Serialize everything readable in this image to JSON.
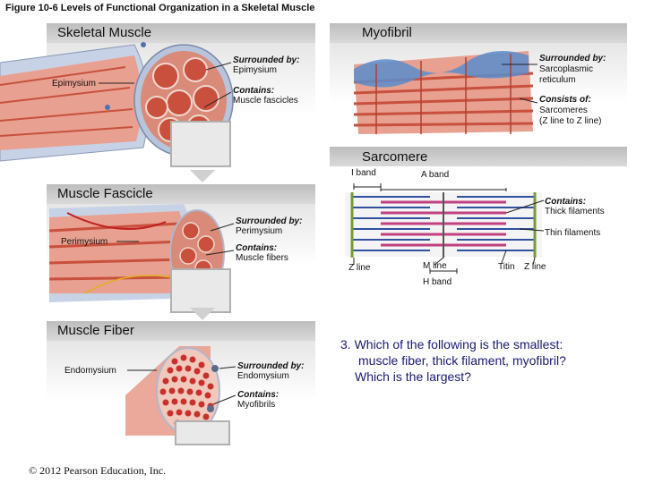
{
  "figure_title": "Figure 10-6 Levels of Functional Organization in a Skeletal Muscle",
  "skeletal_muscle": {
    "title": "Skeletal Muscle",
    "epimysium_label": "Epimysium",
    "surrounded_heading": "Surrounded by:",
    "surrounded_value": "Epimysium",
    "contains_heading": "Contains:",
    "contains_value": "Muscle fascicles"
  },
  "myofibril": {
    "title": "Myofibril",
    "surrounded_heading": "Surrounded by:",
    "surrounded_line1": "Sarcoplasmic",
    "surrounded_line2": "reticulum",
    "consists_heading": "Consists of:",
    "consists_line1": "Sarcomeres",
    "consists_line2": "(Z line to Z line)"
  },
  "sarcomere": {
    "title": "Sarcomere",
    "i_band": "I band",
    "a_band": "A band",
    "contains_heading": "Contains:",
    "contains_value": "Thick filaments",
    "thin_filaments": "Thin filaments",
    "z_line_left": "Z line",
    "m_line": "M line",
    "titin": "Titin",
    "z_line_right": "Z line",
    "h_band": "H band"
  },
  "muscle_fascicle": {
    "title": "Muscle Fascicle",
    "perimysium_label": "Perimysium",
    "surrounded_heading": "Surrounded by:",
    "surrounded_value": "Perimysium",
    "contains_heading": "Contains:",
    "contains_value": "Muscle fibers"
  },
  "muscle_fiber": {
    "title": "Muscle Fiber",
    "endomysium_label": "Endomysium",
    "surrounded_heading": "Surrounded by:",
    "surrounded_value": "Endomysium",
    "contains_heading": "Contains:",
    "contains_value": "Myofibrils"
  },
  "question": {
    "line1": "3. Which of the following is the smallest:",
    "line2": "muscle fiber, thick filament, myofibril?",
    "line3": "Which is the largest?"
  },
  "copyright": "© 2012 Pearson Education, Inc.",
  "colors": {
    "muscle_red": "#c8503c",
    "muscle_pink": "#e8a090",
    "sheath_blue": "#a8b8d8",
    "sr_blue": "#5a8ccc",
    "thick_filament": "#c04080",
    "thin_filament": "#3050a0",
    "question_text": "#1a1a6e"
  }
}
